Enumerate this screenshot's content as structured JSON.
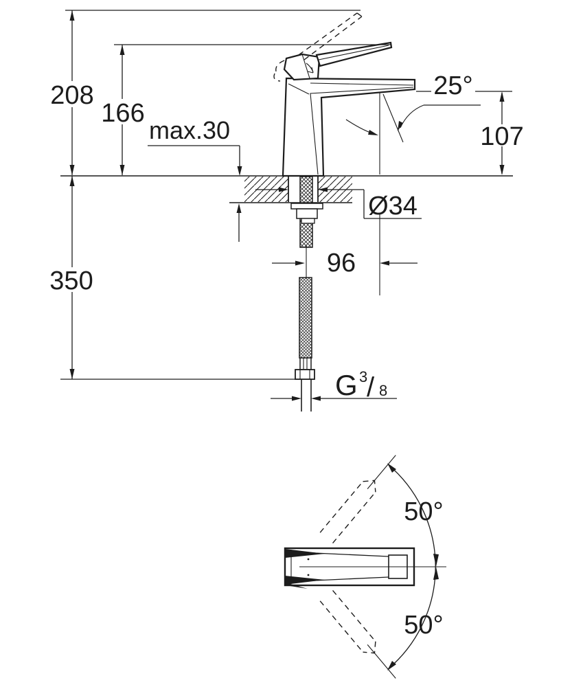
{
  "colors": {
    "ink": "#1c1c1c",
    "background": "#ffffff"
  },
  "side_view": {
    "overall_height": "208",
    "height_to_lever": "166",
    "max_deck_thickness": "max.30",
    "spray_angle": "25°",
    "outlet_height": "107",
    "hole_diameter": "Ø34",
    "spout_projection": "96",
    "hose_length": "350",
    "thread_label": {
      "prefix": "G",
      "numerator": "3",
      "slash": "/",
      "denominator": "8"
    }
  },
  "top_view": {
    "swivel_up": "50°",
    "swivel_down": "50°"
  }
}
